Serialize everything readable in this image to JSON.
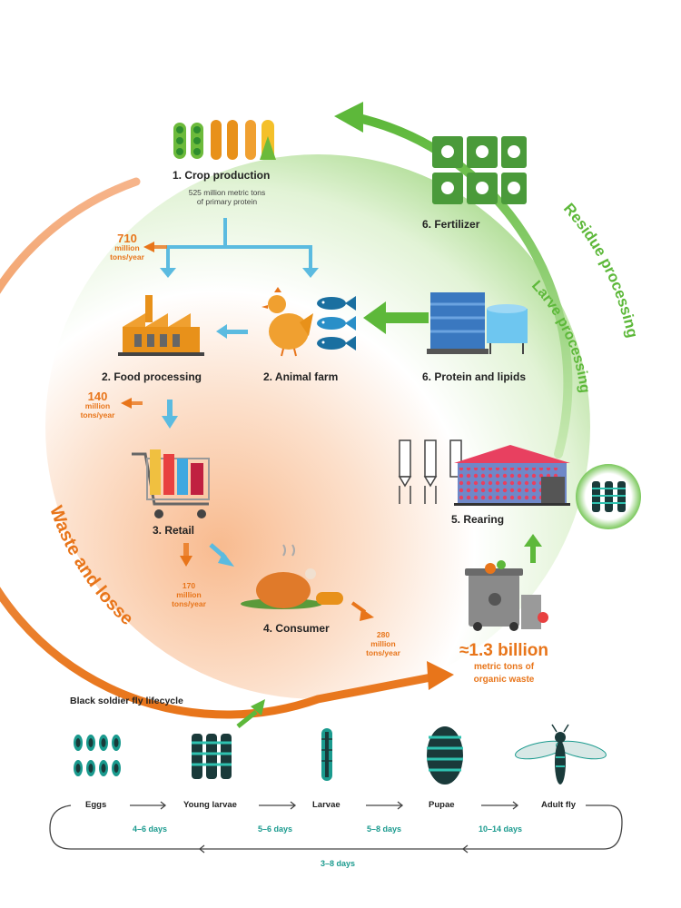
{
  "colors": {
    "orange": "#e8751a",
    "green": "#5db83a",
    "blue": "#5bbbe0",
    "teal": "#1a9a8e"
  },
  "stages": {
    "crop": {
      "title": "1. Crop production",
      "line1": "525 million metric tons",
      "line2": "of primary protein"
    },
    "food_processing": {
      "title": "2. Food processing"
    },
    "animal_farm": {
      "title": "2. Animal farm"
    },
    "retail": {
      "title": "3. Retail"
    },
    "consumer": {
      "title": "4. Consumer"
    },
    "rearing": {
      "title": "5. Rearing"
    },
    "protein": {
      "title": "6. Protein and lipids"
    },
    "fertilizer": {
      "title": "6. Fertilizer"
    }
  },
  "losses": [
    {
      "value": "710",
      "unit1": "million",
      "unit2": "tons/year"
    },
    {
      "value": "140",
      "unit1": "million",
      "unit2": "tons/year"
    },
    {
      "value": "170",
      "unit1": "million",
      "unit2": "tons/year"
    },
    {
      "value": "280",
      "unit1": "million",
      "unit2": "tons/year"
    }
  ],
  "waste": {
    "value": "≈1.3 billion",
    "line1": "metric tons of",
    "line2": "organic waste"
  },
  "arcs": {
    "waste": "Waste and losses",
    "residue": "Residue processing",
    "larvae": "Larve processing"
  },
  "lifecycle": {
    "title": "Black soldier fly lifecycle",
    "stages": [
      "Eggs",
      "Young larvae",
      "Larvae",
      "Pupae",
      "Adult fly"
    ],
    "durations": [
      "4–6 days",
      "5–6 days",
      "5–8 days",
      "10–14 days"
    ],
    "loop_duration": "3–8 days"
  }
}
